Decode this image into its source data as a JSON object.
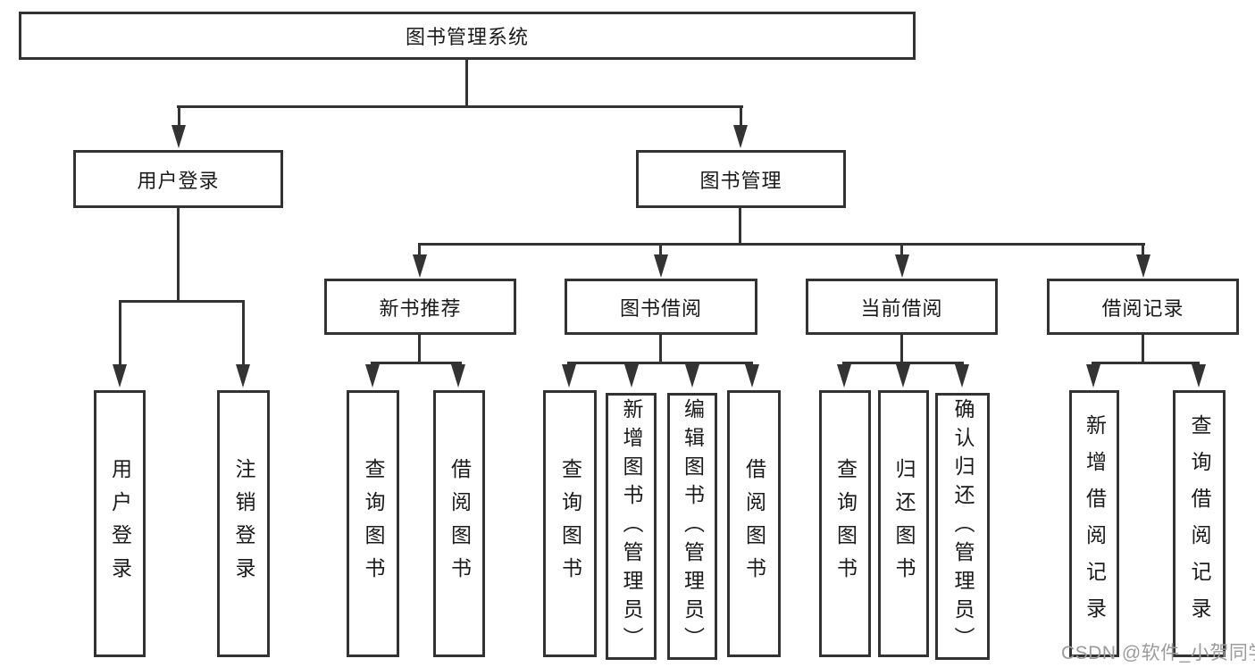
{
  "diagram_title": "图书管理系统",
  "nodes": {
    "root": "图书管理系统",
    "user_login": "用户登录",
    "book_mgmt": "图书管理",
    "new_book_rec": "新书推荐",
    "book_borrow": "图书借阅",
    "current_borrow": "当前借阅",
    "borrow_record": "借阅记录",
    "leaf_user_login": "用户登录",
    "leaf_logout": "注销登录",
    "rec_query_book": "查询图书",
    "rec_borrow_book": "借阅图书",
    "bb_query_book": "查询图书",
    "bb_add_book": "新增图书（管理员）",
    "bb_edit_book": "编辑图书（管理员）",
    "bb_borrow_book": "借阅图书",
    "cb_query_book": "查询图书",
    "cb_return_book": "归还图书",
    "cb_confirm_return": "确认归还（管理员）",
    "br_add_record": "新增借阅记录",
    "br_query_record": "查询借阅记录"
  },
  "edges": [
    [
      "图书管理系统",
      "用户登录"
    ],
    [
      "图书管理系统",
      "图书管理"
    ],
    [
      "用户登录",
      "用户登录(叶)"
    ],
    [
      "用户登录",
      "注销登录"
    ],
    [
      "图书管理",
      "新书推荐"
    ],
    [
      "图书管理",
      "图书借阅"
    ],
    [
      "图书管理",
      "当前借阅"
    ],
    [
      "图书管理",
      "借阅记录"
    ],
    [
      "新书推荐",
      "查询图书"
    ],
    [
      "新书推荐",
      "借阅图书"
    ],
    [
      "图书借阅",
      "查询图书"
    ],
    [
      "图书借阅",
      "新增图书（管理员）"
    ],
    [
      "图书借阅",
      "编辑图书（管理员）"
    ],
    [
      "图书借阅",
      "借阅图书"
    ],
    [
      "当前借阅",
      "查询图书"
    ],
    [
      "当前借阅",
      "归还图书"
    ],
    [
      "当前借阅",
      "确认归还（管理员）"
    ],
    [
      "借阅记录",
      "新增借阅记录"
    ],
    [
      "借阅记录",
      "查询借阅记录"
    ]
  ],
  "watermark": "CSDN @软件_小贺同学",
  "colors": {
    "line": "#333333",
    "text": "#1a1a1a",
    "watermark": "#9b9b9b",
    "background": "#ffffff"
  }
}
